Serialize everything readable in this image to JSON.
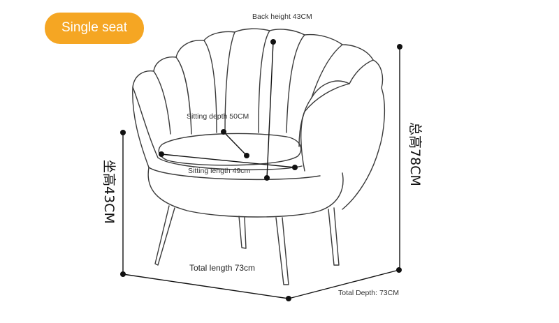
{
  "badge": {
    "label": "Single seat",
    "color": "#f5a623"
  },
  "dimensions": {
    "back_height": "Back height 43CM",
    "sitting_depth": "Sitting depth 50CM",
    "sitting_length": "Sitting length 49cm",
    "total_length": "Total length 73cm",
    "total_depth": "Total Depth: 73CM",
    "seat_height": "坐高43CM",
    "total_height": "总高78CM"
  }
}
